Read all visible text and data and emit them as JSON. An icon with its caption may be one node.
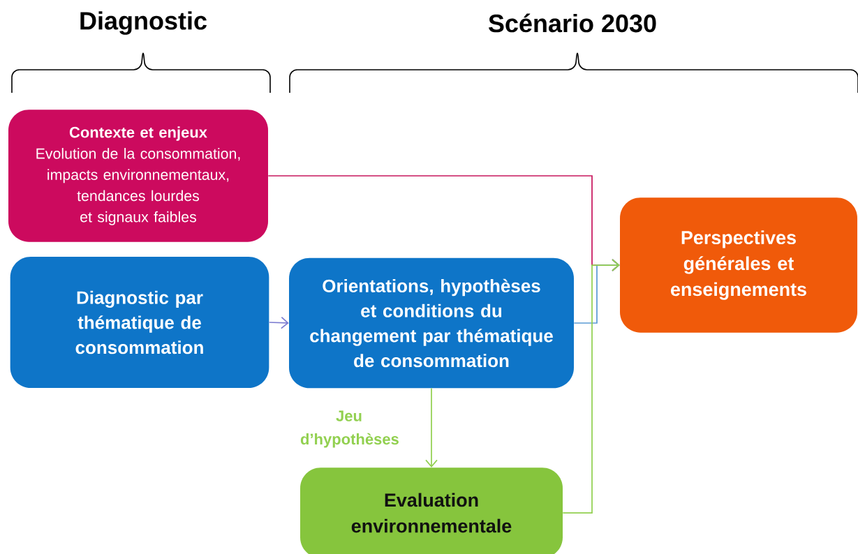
{
  "diagram": {
    "nodes": [
      {
        "text": [
          "Contexte et enjeux",
          "Evolution de la consommation, impacts environnementaux, tendances lourdes et signaux faibles"
        ]
      },
      {
        "text": [
          "Diagnostic par thématique de consommation"
        ]
      },
      {
        "text": [
          "Orientations, hypothèses et conditions du changement par thématique de consommation"
        ]
      },
      {
        "text": [
          "Evaluation environnementale"
        ]
      },
      {
        "text": [
          "Perspectives générales et enseignements"
        ]
      }
    ],
    "edges": [
      {
        "from": 0,
        "to": 4,
        "arrow": "to",
        "color": "#c8175e"
      },
      {
        "from": 1,
        "to": 2,
        "arrow": "to",
        "color": "#7b7bd0"
      },
      {
        "from": 2,
        "to": 4,
        "arrow": "to",
        "color": "#5b9bd5"
      },
      {
        "from": 2,
        "to": 3,
        "arrow": "to",
        "label": "Jeu d’hypothèses",
        "color": "#92d050"
      },
      {
        "from": 3,
        "to": 4,
        "arrow": "to",
        "color": "#92d050"
      }
    ],
    "labels": [
      "Diagnostic",
      "Scénario 2030"
    ]
  }
}
